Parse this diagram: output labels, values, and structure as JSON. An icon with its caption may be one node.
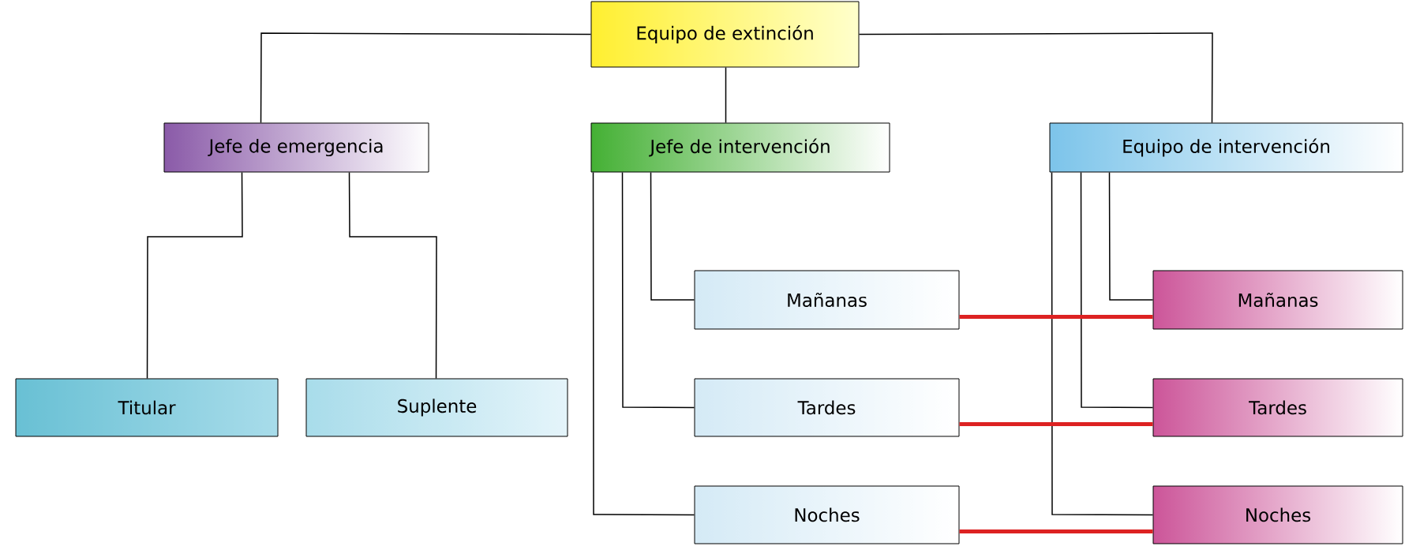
{
  "diagram": {
    "nodes": [
      {
        "text": [
          "Equipo de extinción"
        ]
      },
      {
        "text": [
          "Jefe de emergencia"
        ]
      },
      {
        "text": [
          "Jefe de intervención"
        ]
      },
      {
        "text": [
          "Equipo de intervención"
        ]
      },
      {
        "text": [
          "Titular"
        ]
      },
      {
        "text": [
          "Suplente"
        ]
      },
      {
        "text": [
          "Mañanas"
        ]
      },
      {
        "text": [
          "Tardes"
        ]
      },
      {
        "text": [
          "Noches"
        ]
      },
      {
        "text": [
          "Mañanas"
        ]
      },
      {
        "text": [
          "Tardes"
        ]
      },
      {
        "text": [
          "Noches"
        ]
      }
    ],
    "edges": [
      {
        "from": 0,
        "to": 1,
        "arrow": "none"
      },
      {
        "from": 0,
        "to": 2,
        "arrow": "none"
      },
      {
        "from": 0,
        "to": 3,
        "arrow": "none"
      },
      {
        "from": 1,
        "to": 4,
        "arrow": "none"
      },
      {
        "from": 1,
        "to": 5,
        "arrow": "none"
      },
      {
        "from": 2,
        "to": 6,
        "arrow": "none"
      },
      {
        "from": 2,
        "to": 7,
        "arrow": "none"
      },
      {
        "from": 2,
        "to": 8,
        "arrow": "none"
      },
      {
        "from": 3,
        "to": 9,
        "arrow": "none"
      },
      {
        "from": 3,
        "to": 10,
        "arrow": "none"
      },
      {
        "from": 3,
        "to": 11,
        "arrow": "none"
      },
      {
        "from": 6,
        "to": 9,
        "arrow": "none",
        "style": "thick",
        "color": "#dd2222"
      },
      {
        "from": 7,
        "to": 10,
        "arrow": "none",
        "style": "thick",
        "color": "#dd2222"
      },
      {
        "from": 8,
        "to": 11,
        "arrow": "none",
        "style": "thick",
        "color": "#dd2222"
      }
    ]
  }
}
